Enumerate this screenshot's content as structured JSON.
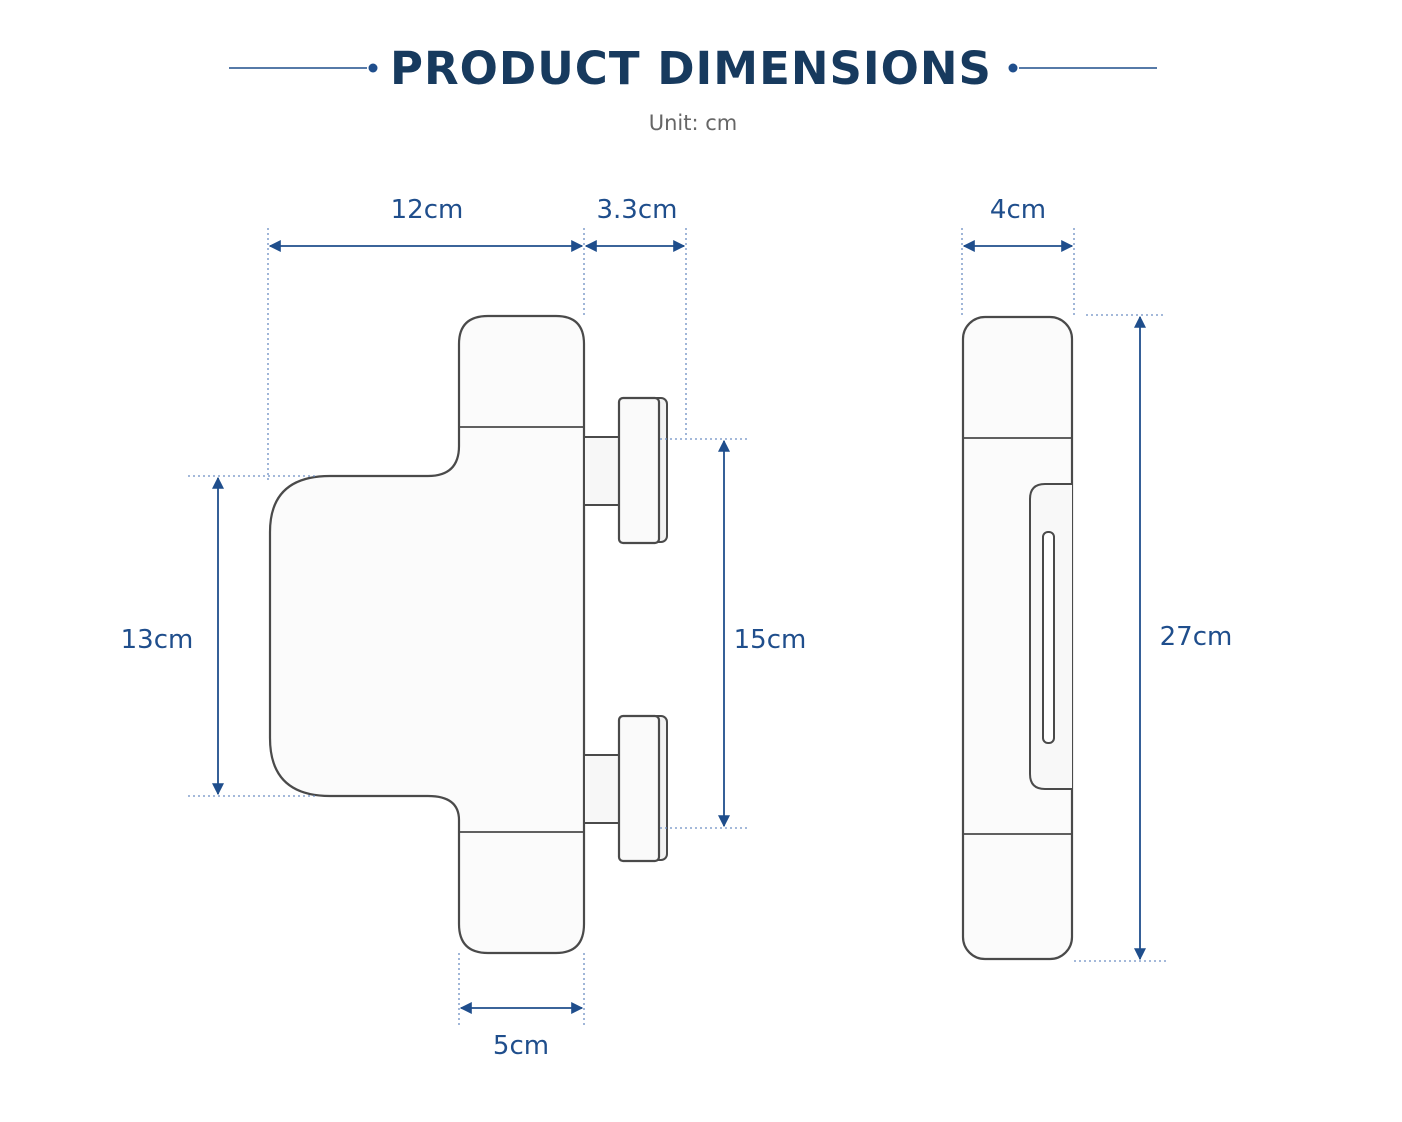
{
  "header": {
    "title": "PRODUCT DIMENSIONS",
    "subtitle": "Unit: cm"
  },
  "colors": {
    "title": "#173a5e",
    "subtitle": "#666666",
    "dimension": "#1f4e8c",
    "outline": "#4a4a4a",
    "guide": "#6d8fc4",
    "fill": "#fbfbfb"
  },
  "front_view": {
    "width_main": "12cm",
    "width_knob": "3.3cm",
    "height_left": "13cm",
    "height_knobs": "15cm",
    "width_bottom": "5cm"
  },
  "side_view": {
    "width": "4cm",
    "height": "27cm"
  }
}
